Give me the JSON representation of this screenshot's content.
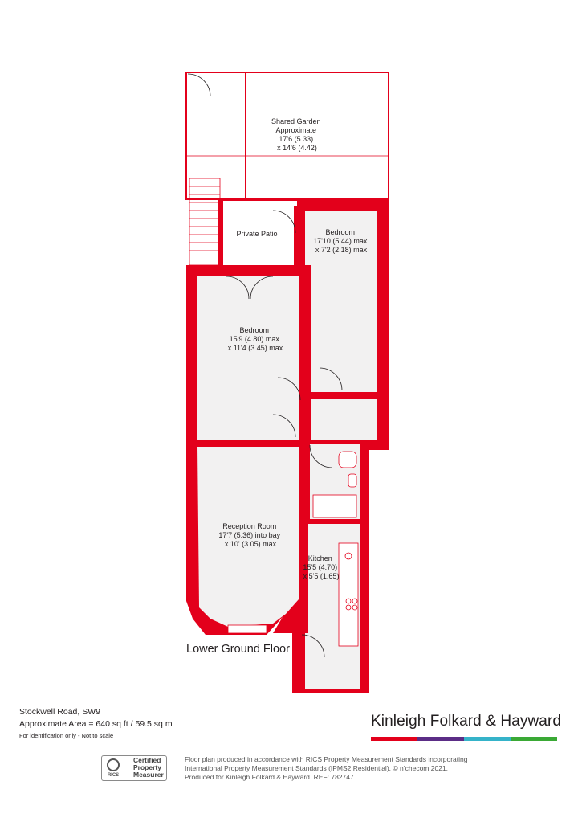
{
  "floor_label": "Lower Ground Floor",
  "rooms": [
    {
      "id": "garden",
      "lines": [
        "Shared Garden",
        "Approximate",
        "17'6 (5.33)",
        "x 14'6 (4.42)"
      ]
    },
    {
      "id": "patio",
      "lines": [
        "Private Patio"
      ]
    },
    {
      "id": "bedroom2",
      "lines": [
        "Bedroom",
        "17'10 (5.44) max",
        "x 7'2 (2.18) max"
      ]
    },
    {
      "id": "bedroom1",
      "lines": [
        "Bedroom",
        "15'9 (4.80) max",
        "x 11'4 (3.45) max"
      ]
    },
    {
      "id": "reception",
      "lines": [
        "Reception Room",
        "17'7 (5.36) into bay",
        "x 10' (3.05) max"
      ]
    },
    {
      "id": "kitchen",
      "lines": [
        "Kitchen",
        "15'5 (4.70)",
        "x 5'5 (1.65)"
      ]
    }
  ],
  "address": {
    "line1": "Stockwell Road, SW9",
    "line2": "Approximate Area = 640 sq ft / 59.5 sq m",
    "note": "For identification only - Not to scale"
  },
  "brand": {
    "name": "Kinleigh Folkard & Hayward",
    "bar_colors": [
      "#e3001b",
      "#5b2d86",
      "#35b3c9",
      "#3aa935"
    ]
  },
  "rics": {
    "logo_text": "RICS",
    "badge_lines": [
      "Certified",
      "Property",
      "Measurer"
    ]
  },
  "disclaimer": [
    "Floor plan produced in accordance with RICS Property Measurement Standards incorporating",
    "International Property Measurement Standards (IPMS2 Residential).  © n’checom 2021.",
    "Produced for Kinleigh Folkard & Hayward.   REF: 782747"
  ],
  "colors": {
    "wall": "#e3001b",
    "floor": "#f2f1f1",
    "fixture": "#f6b7bf"
  }
}
